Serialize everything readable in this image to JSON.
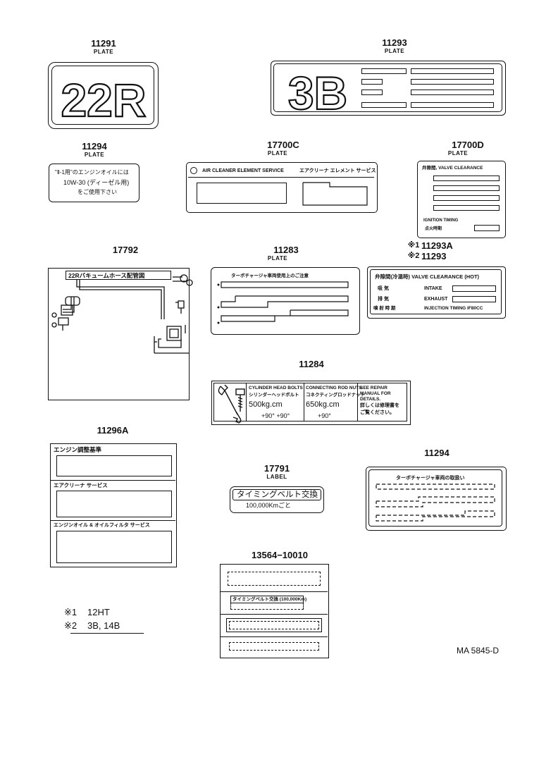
{
  "parts": {
    "p11291": {
      "number": "11291",
      "sub": "PLATE",
      "big_text": "22R"
    },
    "p11293": {
      "number": "11293",
      "sub": "PLATE",
      "big_text": "3B"
    },
    "p11294a": {
      "number": "11294",
      "sub": "PLATE",
      "line1": "\"Ⅱ-1用\"のエンジンオイルには",
      "line2": "10W-30 (ディーゼル用)",
      "line3": "をご使用下さい"
    },
    "p17700c": {
      "number": "17700C",
      "sub": "PLATE",
      "title_en": "AIR CLEANER ELEMENT SERVICE",
      "title_jp": "エアクリーナ エレメント サービス"
    },
    "p17700d": {
      "number": "17700D",
      "sub": "PLATE",
      "title": "弁隙間, VALVE CLEARANCE",
      "footer_en": "IGNITION TIMING",
      "footer_jp": "点火時期"
    },
    "p17792": {
      "number": "17792",
      "title": "22Rバキュームホース配管図"
    },
    "p11283": {
      "number": "11283",
      "sub": "PLATE",
      "title": "ターボチャージャ車両使用上のご注意"
    },
    "p11293a": {
      "mark1": "※1",
      "number1": "11293A",
      "mark2": "※2",
      "number2": "11293",
      "header": "弁隙間(冷温時) VALVE CLEARANCE (HOT)",
      "row1_jp": "吸 気",
      "row1_en": "INTAKE",
      "row2_jp": "排 気",
      "row2_en": "EXHAUST",
      "row3_jp": "噴 射 時 期",
      "row3_en": "INJECTION TIMING IF80CC"
    },
    "p11284": {
      "number": "11284",
      "col1_h": "CYLINDER HEAD BOLTS",
      "col1_jp": "シリンダーヘッドボルト",
      "col1_v": "500kg.cm",
      "col1_v2": "+90°  +90°",
      "col2_h": "CONNECTING ROD NUTS",
      "col2_jp": "コネクティングロッドナット",
      "col2_v": "650kg.cm",
      "col2_v2": "+90°",
      "col3_h": "SEE REPAIR MANUAL FOR DETAILS.",
      "col3_jp": "詳しくは修理書を ご覧ください。"
    },
    "p11296a": {
      "number": "11296A",
      "row1": "エンジン調整基準",
      "row2": "エアクリーナ サービス",
      "row3": "エンジンオイル & オイルフィルタ サービス"
    },
    "p17791": {
      "number": "17791",
      "sub": "LABEL",
      "line1": "タイミングベルト交換",
      "line2": "100,000Kmごと"
    },
    "p11294b": {
      "number": "11294",
      "title": "ターボチャージャ車両の取扱い"
    },
    "p13564": {
      "number": "13564−10010",
      "strip": "タイミングベルト交換 (100,000Km)"
    }
  },
  "notes": {
    "n1_mark": "※1",
    "n1_text": "12HT",
    "n2_mark": "※2",
    "n2_text": "3B, 14B"
  },
  "ref": "MA 5845-D"
}
